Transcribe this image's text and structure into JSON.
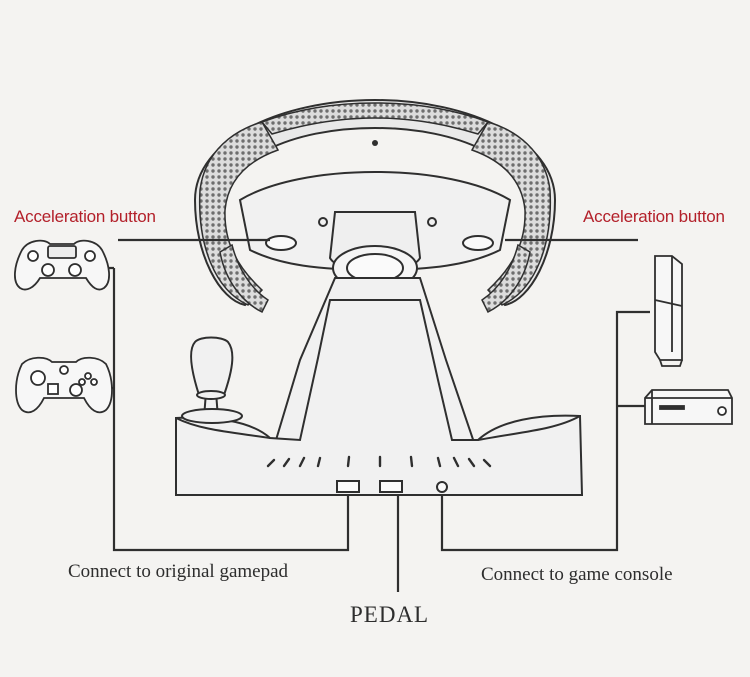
{
  "colors": {
    "background": "#f4f3f1",
    "line": "#2f2f2f",
    "accent": "#b3202a",
    "grip": "#7c7c7c"
  },
  "labels": {
    "acceleration_left": "Acceleration button",
    "acceleration_right": "Acceleration button",
    "connect_gamepad": "Connect to original gamepad",
    "connect_console": "Connect to game console",
    "pedal": "PEDAL"
  },
  "icons": {
    "ps4_gamepad": "ps4-gamepad-icon",
    "xbox_gamepad": "xbox-gamepad-icon",
    "ps4_console": "ps4-console-icon",
    "xbox_console": "xbox-console-icon",
    "steering_wheel": "racing-wheel-icon",
    "gear_shifter": "gear-shifter-icon"
  }
}
